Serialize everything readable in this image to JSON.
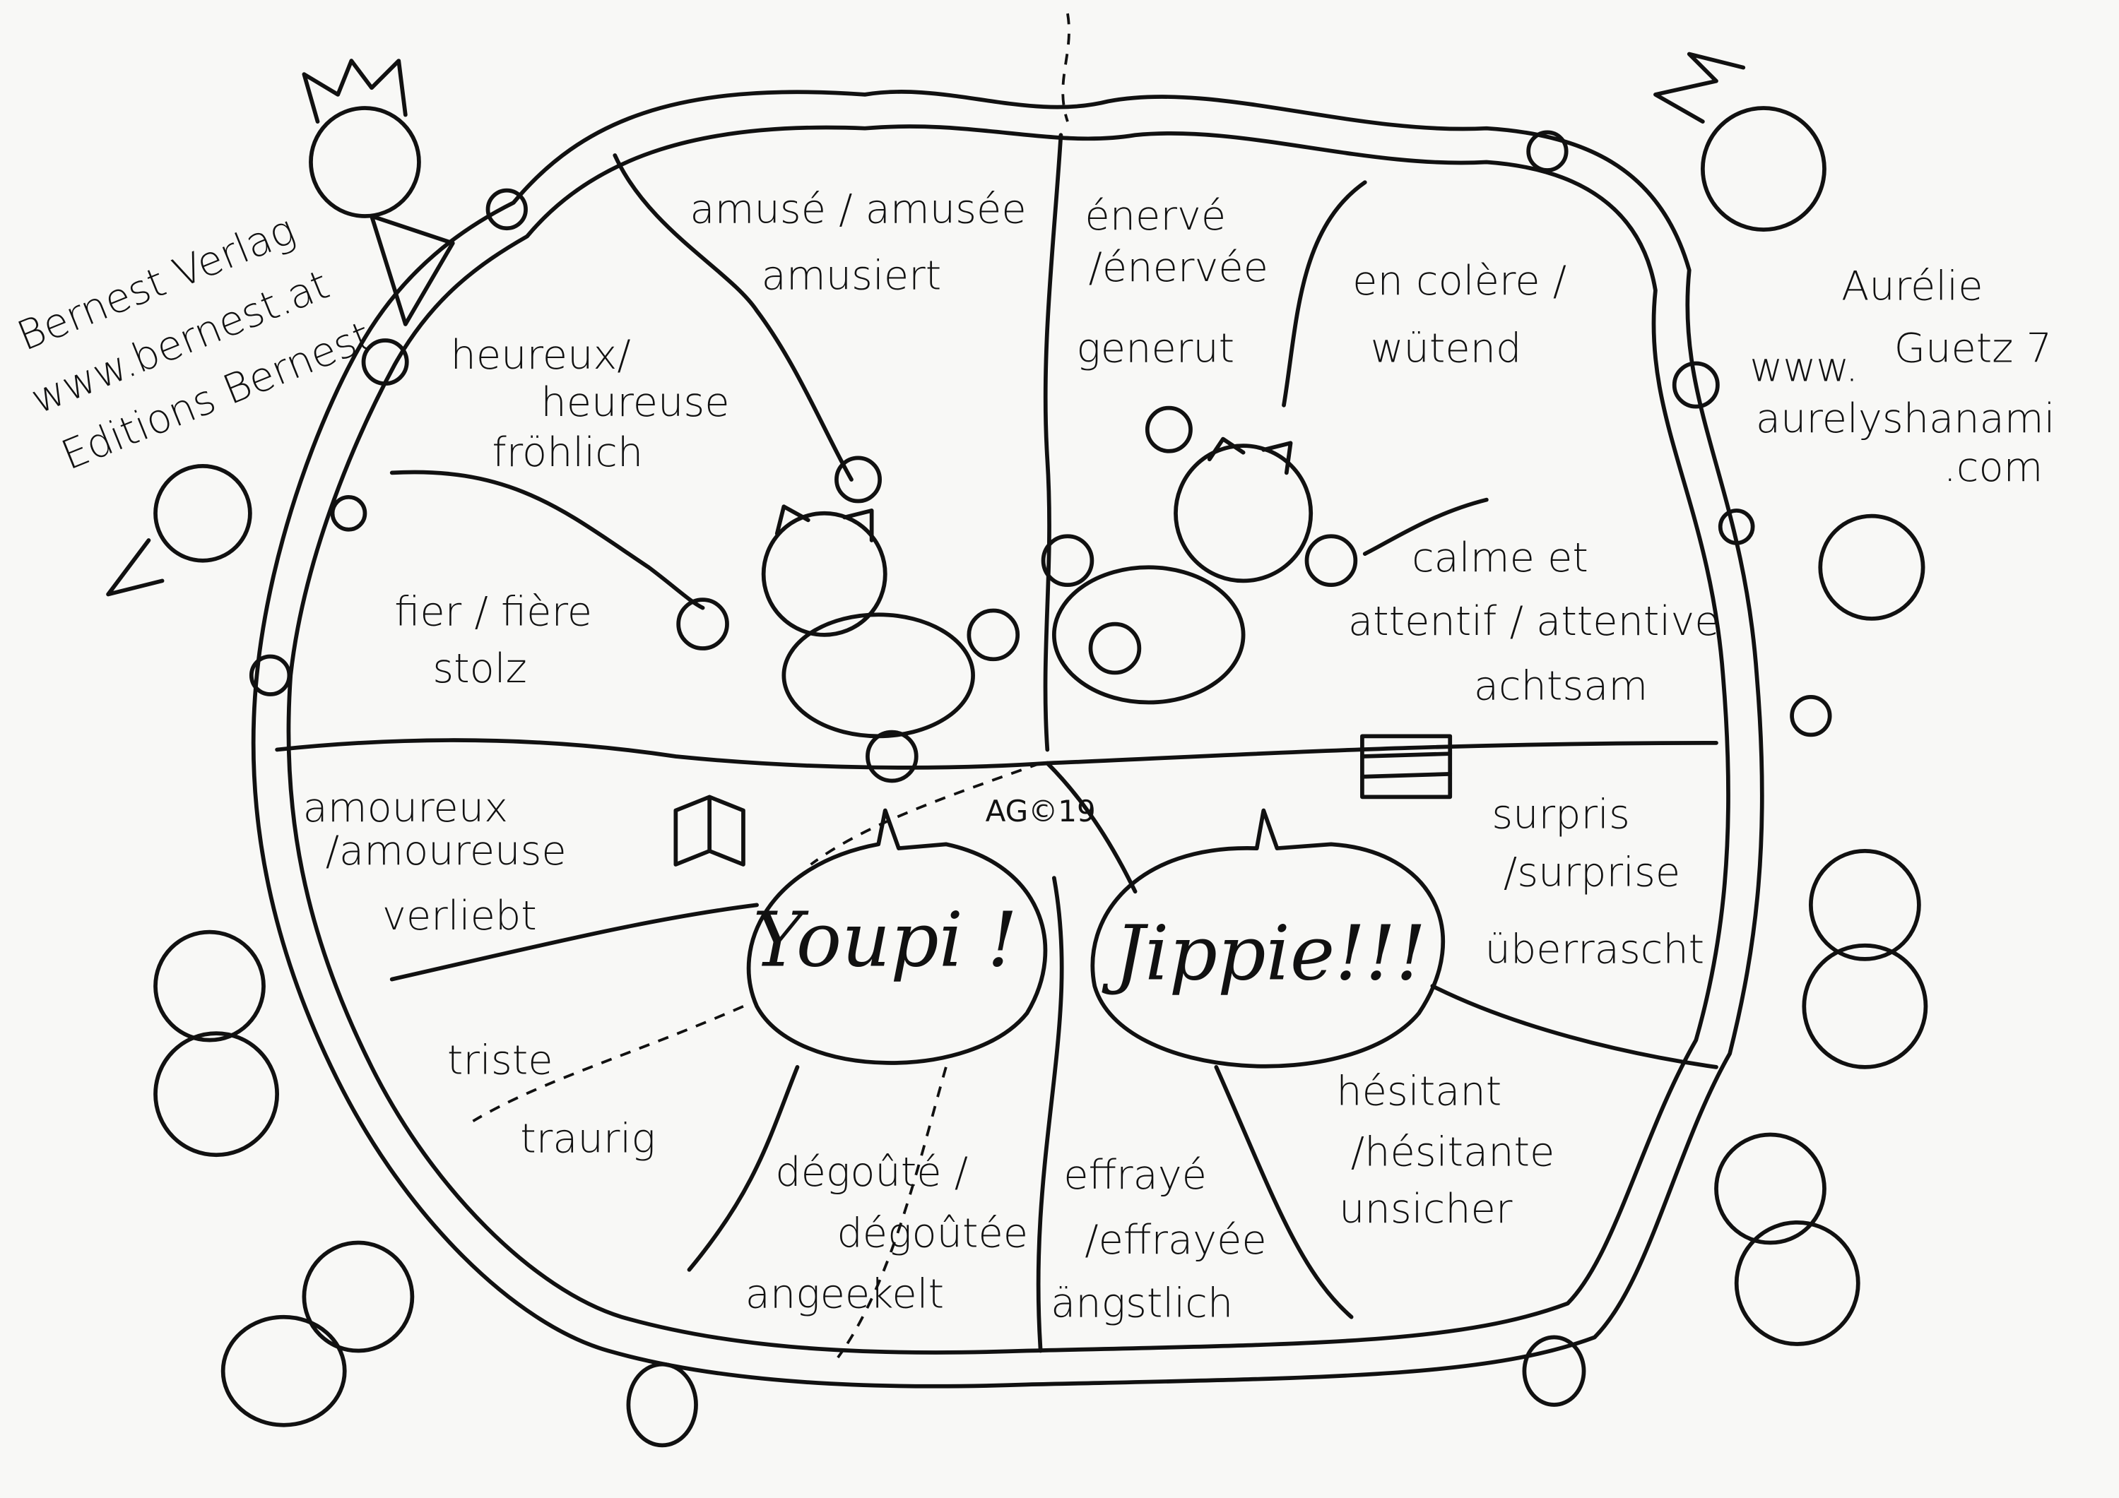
{
  "publisher": {
    "line1": "Bernest Verlag",
    "line2": "www.bernest.at",
    "line3": "Editions Bernest"
  },
  "author": {
    "name1": "Aurélie",
    "name2": "Guetz 7",
    "web1": "www.",
    "web2": "aurelyshanami",
    "web3": ".com"
  },
  "signature": "AG©19",
  "bubbles": {
    "french": "Youpi !",
    "german": "Jippie!!!"
  },
  "emotions": {
    "amuse": {
      "fr": "amusé / amusée",
      "de": "amusiert"
    },
    "enerve": {
      "fr1": "énervé",
      "fr2": "/énervée",
      "de": "generut"
    },
    "colere": {
      "fr": "en colère /",
      "de": "wütend"
    },
    "heureux": {
      "fr1": "heureux/",
      "fr2": "heureuse",
      "de": "fröhlich"
    },
    "fier": {
      "fr": "fier / fière",
      "de": "stolz"
    },
    "calme": {
      "fr1": "calme et",
      "fr2": "attentif / attentive",
      "de": "achtsam"
    },
    "amoureux": {
      "fr1": "amoureux",
      "fr2": "/amoureuse",
      "de": "verliebt"
    },
    "surpris": {
      "fr1": "surpris",
      "fr2": "/surprise",
      "de": "überrascht"
    },
    "triste": {
      "fr": "triste",
      "de": "traurig"
    },
    "degoute": {
      "fr1": "dégoûté /",
      "fr2": "dégoûtée",
      "de": "angeekelt"
    },
    "effraye": {
      "fr1": "effrayé",
      "fr2": "/effrayée",
      "de": "ängstlich"
    },
    "hesitant": {
      "fr1": "hésitant",
      "fr2": "/hésitante",
      "de": "unsicher"
    }
  }
}
